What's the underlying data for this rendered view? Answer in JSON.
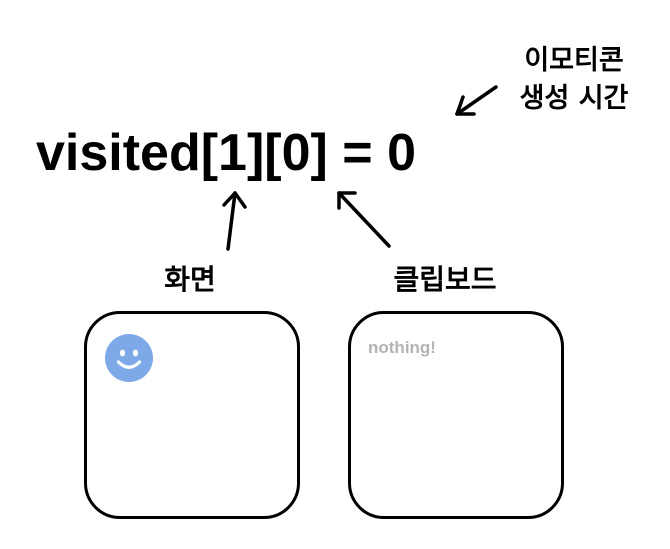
{
  "expression": "visited[1][0] = 0",
  "annotations": {
    "emoji_time_line1": "이모티콘",
    "emoji_time_line2": "생성 시간",
    "screen_label": "화면",
    "clipboard_label": "클립보드"
  },
  "clipboard": {
    "empty_text": "nothing!"
  },
  "screen": {
    "content_icon": "smiley-face-icon"
  },
  "colors": {
    "smiley": "#7ea9e8",
    "placeholder_text": "#b3b3b3",
    "stroke": "#000000"
  }
}
